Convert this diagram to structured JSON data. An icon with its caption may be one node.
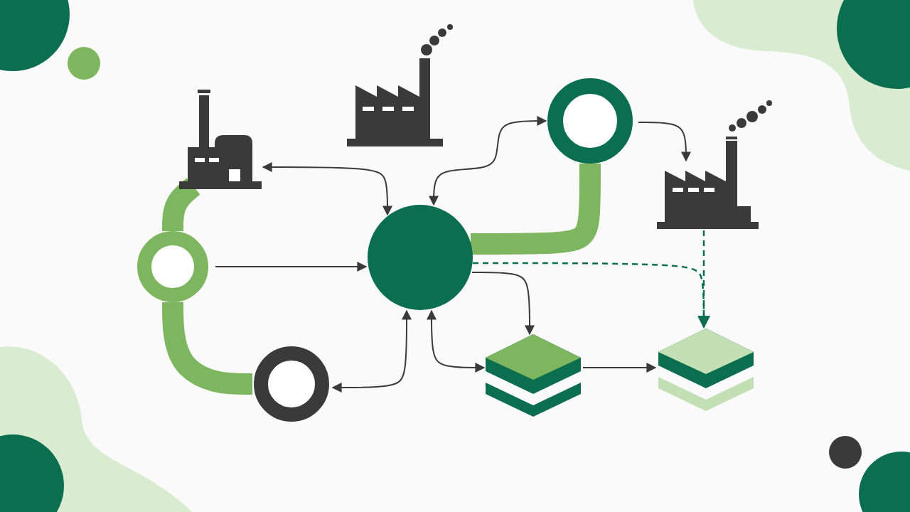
{
  "diagram": {
    "nodes": [
      {
        "text": [],
        "shape": "picture"
      },
      {
        "text": [],
        "shape": "picture"
      },
      {
        "text": [],
        "shape": "picture"
      },
      {
        "text": [],
        "shape": "circle"
      },
      {
        "text": [],
        "shape": "circle"
      },
      {
        "text": [],
        "shape": "circle"
      },
      {
        "text": [],
        "shape": "circle"
      },
      {
        "text": [],
        "shape": "box"
      },
      {
        "text": [],
        "shape": "box"
      }
    ],
    "edges": [
      {
        "from": 0,
        "to": 5,
        "arrow": "both"
      },
      {
        "from": 3,
        "to": 5,
        "arrow": "to"
      },
      {
        "from": 4,
        "to": 5,
        "arrow": "both"
      },
      {
        "from": 4,
        "to": 2,
        "arrow": "to"
      },
      {
        "from": 5,
        "to": 7,
        "arrow": "to"
      },
      {
        "from": 5,
        "to": 7,
        "arrow": "both"
      },
      {
        "from": 6,
        "to": 5,
        "arrow": "both"
      },
      {
        "from": 7,
        "to": 8,
        "arrow": "to"
      },
      {
        "from": 2,
        "to": 8,
        "arrow": "to",
        "style": "dashed",
        "color": "#0b6e4f"
      },
      {
        "from": 5,
        "to": 8,
        "arrow": "to",
        "style": "dashed",
        "color": "#0b6e4f"
      },
      {
        "from": 0,
        "to": 3,
        "arrow": "none",
        "style": "thick",
        "color": "#7db65e"
      },
      {
        "from": 3,
        "to": 6,
        "arrow": "none",
        "style": "thick",
        "color": "#7db65e"
      },
      {
        "from": 5,
        "to": 4,
        "arrow": "none",
        "style": "thick",
        "color": "#7db65e"
      }
    ]
  }
}
